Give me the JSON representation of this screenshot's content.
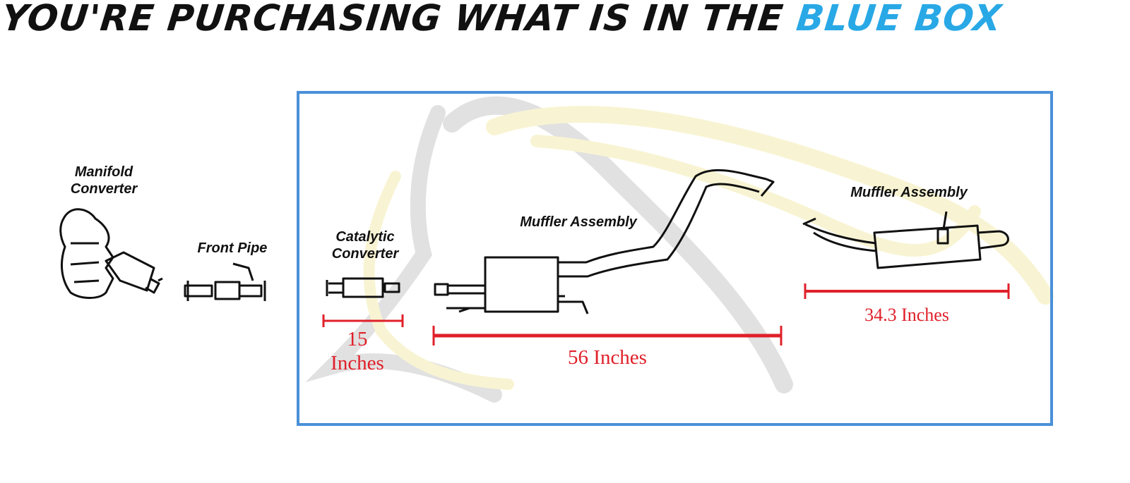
{
  "headline": {
    "prefix": "YOU'RE PURCHASING WHAT IS IN THE",
    "highlight": "BLUE BOX"
  },
  "parts": {
    "manifold_line1": "Manifold",
    "manifold_line2": "Converter",
    "front_pipe": "Front Pipe",
    "catalytic_line1": "Catalytic",
    "catalytic_line2": "Converter",
    "muffler_mid": "Muffler Assembly",
    "muffler_rear": "Muffler Assembly"
  },
  "measurements": {
    "cat_value": "15",
    "cat_unit": "Inches",
    "mid": "56 Inches",
    "rear": "34.3 Inches"
  },
  "colors": {
    "highlight_box": "#4a90d9",
    "accent_text": "#29a8e6",
    "measure": "#e0202a"
  }
}
